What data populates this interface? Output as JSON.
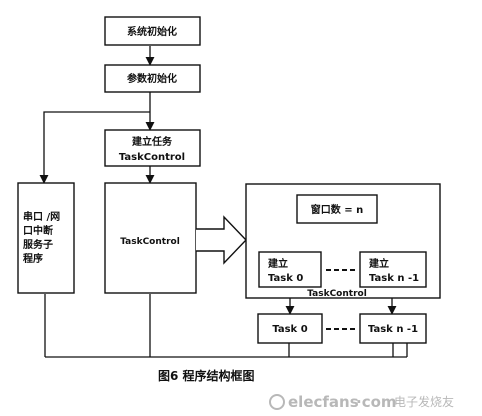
{
  "nodes": {
    "sys_init": "系统初始化",
    "param_init": "参数初始化",
    "create_task_line1": "建立任务",
    "create_task_line2": "TaskControl",
    "isr_line1": "串口 /网",
    "isr_line2": "口中断",
    "isr_line3": "服务子",
    "isr_line4": "程序",
    "task_control": "TaskControl",
    "window_count": "窗口数 = n",
    "build_task0_line1": "建立",
    "build_task0_line2": "Task 0",
    "build_taskn_line1": "建立",
    "build_taskn_line2": "Task n -1",
    "task_control_group_label": "TaskControl",
    "task0": "Task 0",
    "taskn": "Task n -1"
  },
  "caption": "图6  程序结构框图",
  "watermark": {
    "site": "elecfans",
    "dot_com": "·com",
    "cn": "电子发烧友"
  }
}
